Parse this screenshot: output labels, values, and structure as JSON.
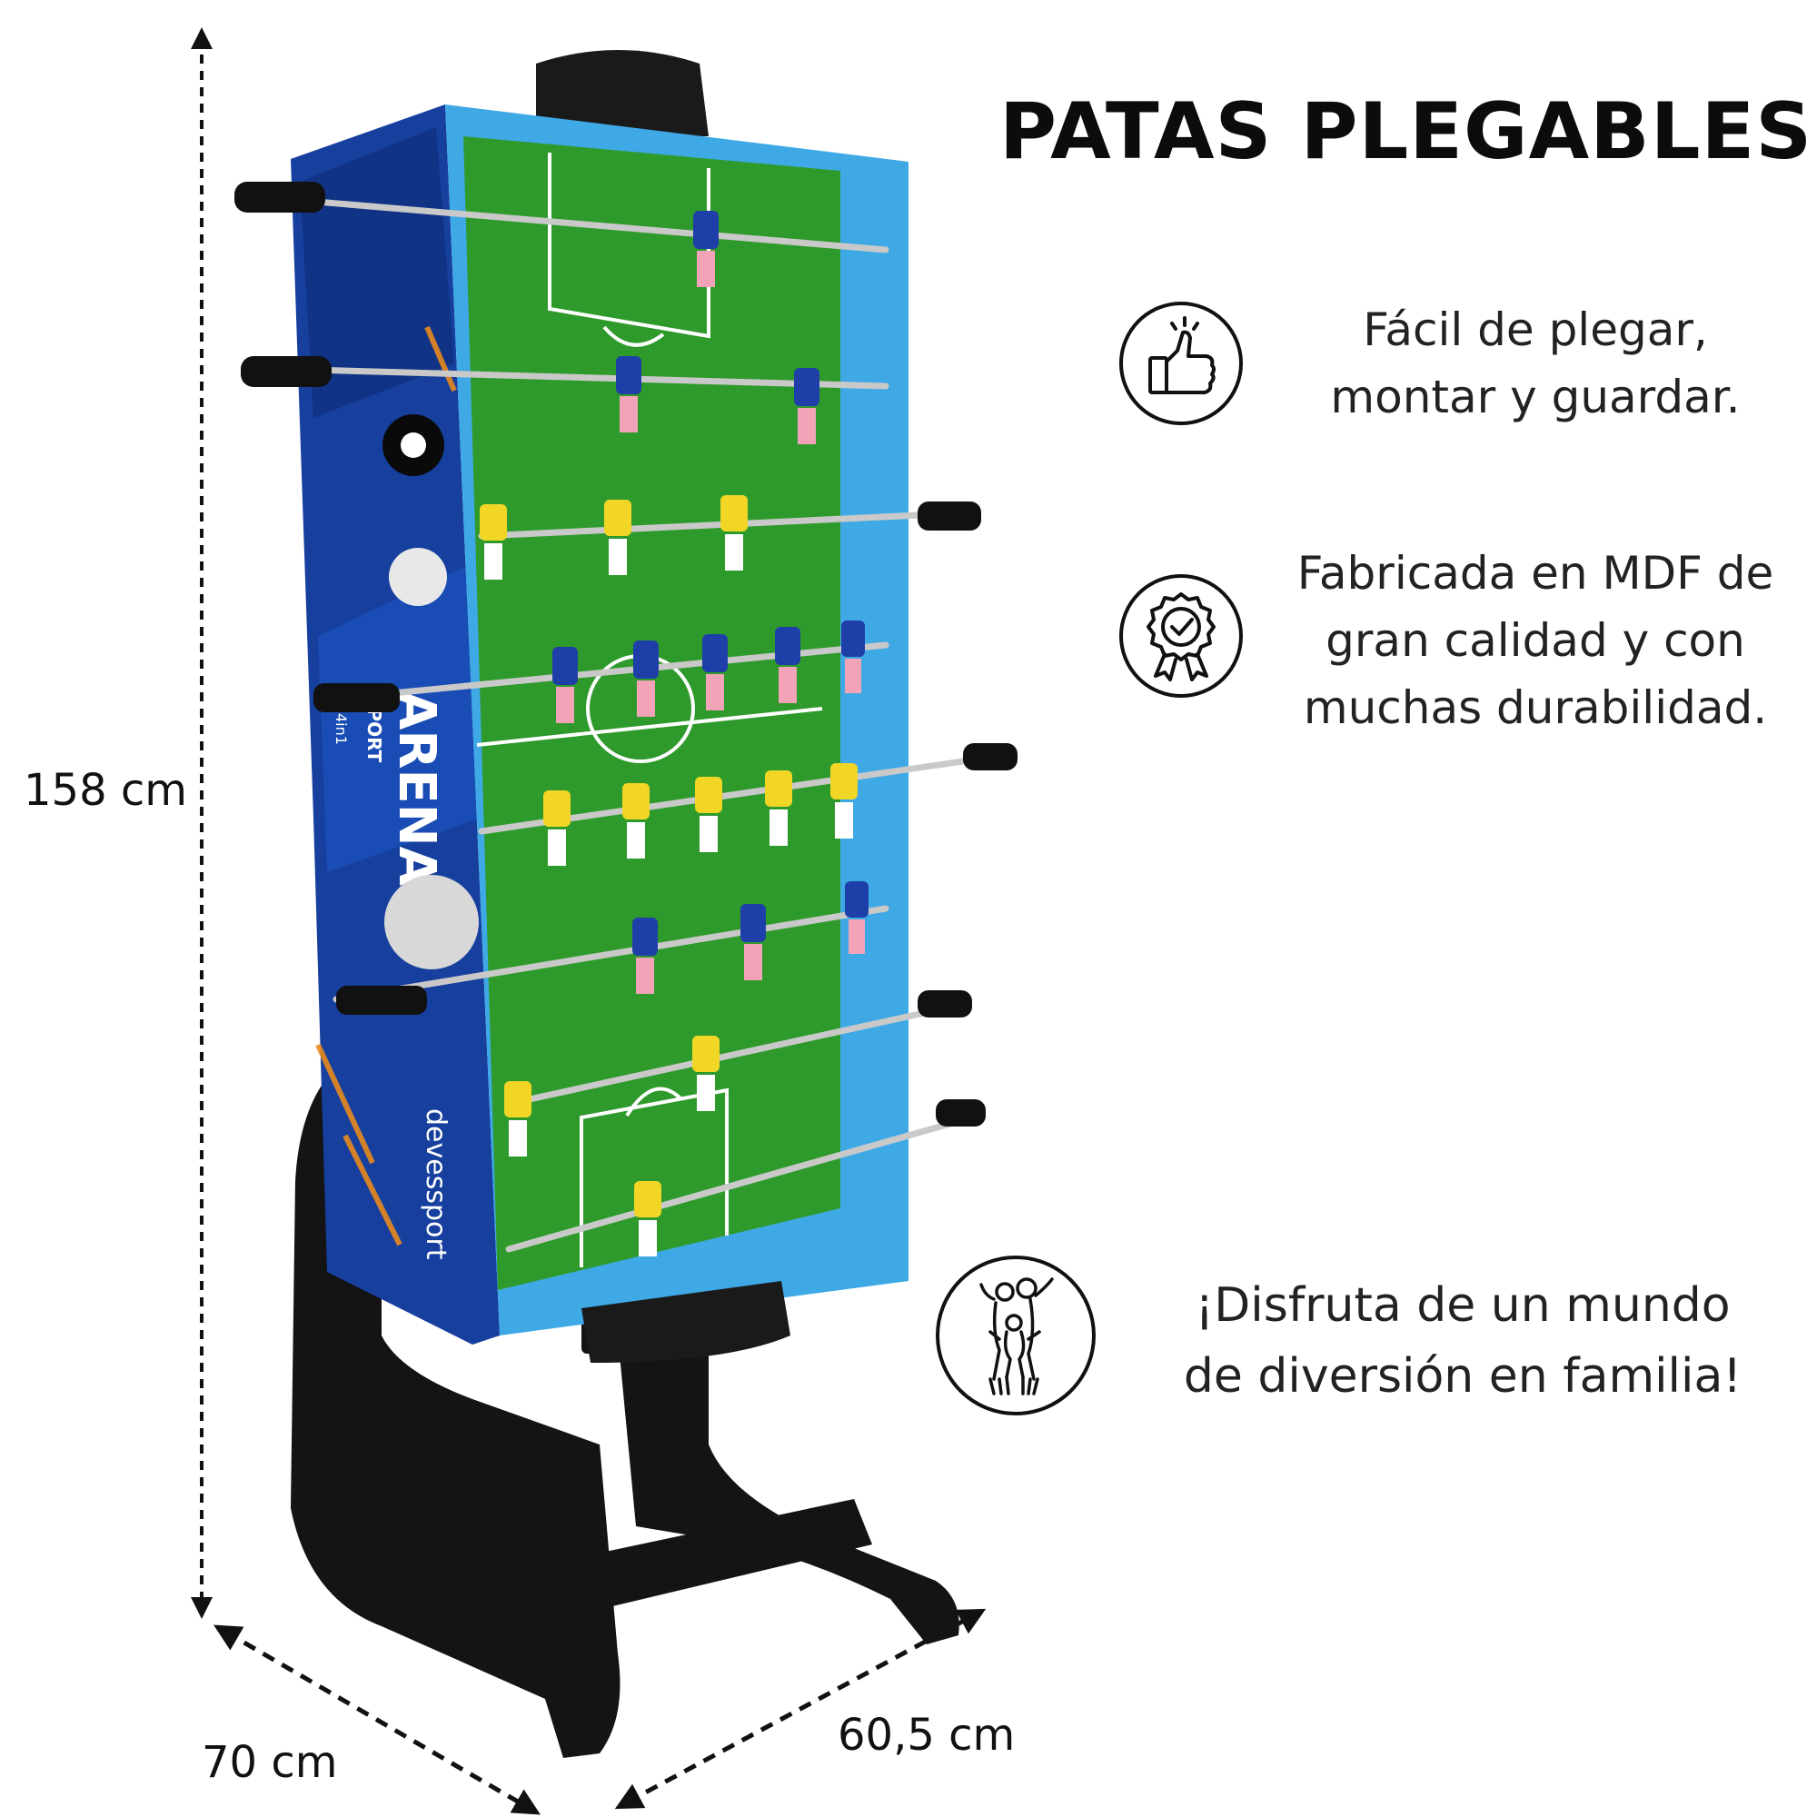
{
  "heading": "PATAS PLEGABLES",
  "features": [
    {
      "icon": "thumbs-up-icon",
      "lines": [
        "Fácil de plegar,",
        "montar y guardar."
      ]
    },
    {
      "icon": "quality-badge-icon",
      "lines": [
        "Fabricada en MDF de",
        "gran calidad y con",
        "muchas durabilidad."
      ]
    },
    {
      "icon": "family-icon",
      "lines": [
        "¡Disfruta de un mundo",
        "de diversión en familia!"
      ]
    }
  ],
  "dimensions": {
    "height": "158 cm",
    "depth": "70 cm",
    "width": "60,5 cm"
  },
  "product": {
    "side_logo_top": "SPORT",
    "side_logo_main": "ARENA",
    "brand": "devessport",
    "badge": "4in1"
  },
  "colors": {
    "field_green": "#2f9a2c",
    "cabinet_blue": "#163f9e",
    "rail_light_blue": "#3fa9e6",
    "team_blue": "#1f3fa8",
    "team_yellow": "#f2d626",
    "legs_black": "#141414"
  }
}
